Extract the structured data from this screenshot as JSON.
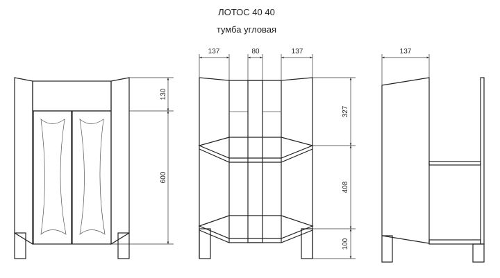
{
  "title": {
    "line1": "ЛОТОС 40 40",
    "line2": "тумба угловая"
  },
  "front_view": {
    "dims": {
      "top": "130",
      "doors": "600"
    }
  },
  "section_view": {
    "dims": {
      "left_width": "137",
      "center_width": "80",
      "right_width": "137",
      "upper": "327",
      "middle": "408",
      "lower": "100"
    }
  },
  "side_view": {
    "dims": {
      "width": "137"
    }
  }
}
